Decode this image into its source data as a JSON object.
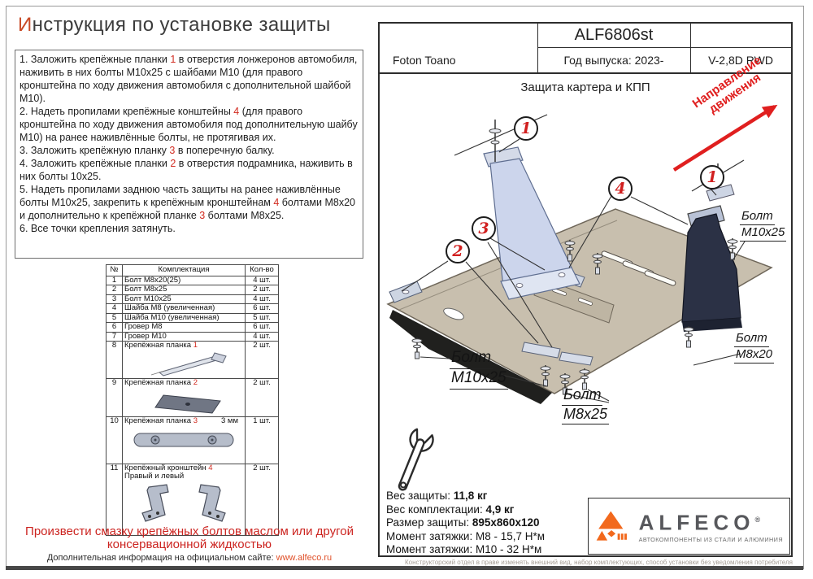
{
  "title": {
    "lead": "И",
    "rest": "нструкция по установке защиты"
  },
  "instructions": [
    [
      {
        "t": "1. Заложить крепёжные планки "
      },
      {
        "t": "1",
        "r": 1
      },
      {
        "t": " в отверстия лонжеронов автомобиля, наживить в них болты М10х25 с шайбами М10 (для правого кронштейна по ходу движения автомобиля с дополнительной шайбой М10)."
      }
    ],
    [
      {
        "t": "2. Надеть пропилами крепёжные конштейны "
      },
      {
        "t": "4",
        "r": 1
      },
      {
        "t": " (для правого кронштейна по ходу движения автомобиля под дополнительную шайбу М10) на ранее наживлённые болты, не протягивая их."
      }
    ],
    [
      {
        "t": "3. Заложить крепёжную планку "
      },
      {
        "t": "3",
        "r": 1
      },
      {
        "t": " в поперечную балку."
      }
    ],
    [
      {
        "t": "4. Заложить крепёжные планки "
      },
      {
        "t": "2",
        "r": 1
      },
      {
        "t": " в отверстия подрамника, наживить в них болты 10х25."
      }
    ],
    [
      {
        "t": "5. Надеть пропилами заднюю часть защиты на ранее наживлённые болты М10х25, закрепить к крепёжным кронштейнам "
      },
      {
        "t": "4",
        "r": 1
      },
      {
        "t": " болтами М8х20 и дополнительно к крепёжной планке "
      },
      {
        "t": "3",
        "r": 1
      },
      {
        "t": " болтами М8х25."
      }
    ],
    [
      {
        "t": "6. Все точки крепления затянуть."
      }
    ]
  ],
  "parts_table": {
    "headers": [
      "№",
      "Комплектация",
      "Кол-во"
    ],
    "rows": [
      {
        "num": "1",
        "name": [
          {
            "t": "Болт М8х20(25)"
          }
        ],
        "qty": "4 шт."
      },
      {
        "num": "2",
        "name": [
          {
            "t": "Болт М8х25"
          }
        ],
        "qty": "2 шт."
      },
      {
        "num": "3",
        "name": [
          {
            "t": "Болт М10х25"
          }
        ],
        "qty": "4 шт."
      },
      {
        "num": "4",
        "name": [
          {
            "t": "Шайба М8 (увеличенная)"
          }
        ],
        "qty": "6 шт."
      },
      {
        "num": "5",
        "name": [
          {
            "t": "Шайба М10 (увеличенная)"
          }
        ],
        "qty": "5 шт."
      },
      {
        "num": "6",
        "name": [
          {
            "t": "Гровер М8"
          }
        ],
        "qty": "6 шт."
      },
      {
        "num": "7",
        "name": [
          {
            "t": "Гровер М10"
          }
        ],
        "qty": "4 шт."
      },
      {
        "num": "8",
        "name": [
          {
            "t": "Крепёжная планка "
          },
          {
            "t": "1",
            "r": 1
          }
        ],
        "qty": "2 шт.",
        "img": "plank1",
        "h": 46
      },
      {
        "num": "9",
        "name": [
          {
            "t": "Крепёжная планка "
          },
          {
            "t": "2",
            "r": 1
          }
        ],
        "qty": "2 шт.",
        "img": "plank2",
        "h": 46
      },
      {
        "num": "10",
        "name": [
          {
            "t": "Крепёжная планка "
          },
          {
            "t": "3",
            "r": 1
          }
        ],
        "note": "3 мм",
        "qty": "1 шт.",
        "img": "plank3",
        "h": 58
      },
      {
        "num": "11",
        "name": [
          {
            "t": "Крепёжный кронштейн "
          },
          {
            "t": "4",
            "r": 1
          }
        ],
        "name2": "Правый и левый",
        "qty": "2 шт.",
        "img": "brackets4",
        "h": 88
      }
    ]
  },
  "warning": {
    "line1": "Произвести смазку крепёжных болтов маслом или другой",
    "line2": "консервационной жидкостью"
  },
  "site_note": {
    "prefix": "Дополнительная информация на официальном сайте: ",
    "link": "www.alfeco.ru"
  },
  "panel": {
    "code": "ALF6806st",
    "model": "Foton Toano",
    "year": "Год выпуска: 2023-",
    "variant": "V-2,8D RWD",
    "subtitle": "Защита картера и КПП",
    "direction": {
      "line1": "Направление",
      "line2": "движения"
    },
    "callouts": {
      "c1a": "1",
      "c1b": "1",
      "c2": "2",
      "c3": "3",
      "c4": "4"
    },
    "labels": {
      "right_m10": {
        "l1": "Болт",
        "l2": "M10x25"
      },
      "right_m820": {
        "l1": "Болт",
        "l2": "M8x20"
      },
      "bottom_m10": {
        "l1": "Болт",
        "l2": "M10x25"
      },
      "bottom_m825": {
        "l1": "Болт",
        "l2": "M8x25"
      }
    },
    "specs": [
      {
        "label": "Вес защиты:",
        "value": "11,8 кг",
        "bold": true
      },
      {
        "label": "Вес комплектации:",
        "value": "4,9 кг",
        "bold": true
      },
      {
        "label": "Размер защиты:",
        "value": "895х860х120",
        "bold": true
      },
      {
        "label": "Момент затяжки:",
        "value": "М8 - 15,7 Н*м",
        "bold": false
      },
      {
        "label": "Момент затяжки:",
        "value": "М10 - 32 Н*м",
        "bold": false
      }
    ],
    "logo": {
      "word": "ALFECO",
      "reg": "®",
      "tagline": "АВТОКОМПОНЕНТЫ ИЗ СТАЛИ И АЛЮМИНИЯ"
    },
    "disclaimer": "Конструкторский отдел в праве изменять внешний вид, набор комплектующих, способ установки без уведомления потребителя"
  },
  "colors": {
    "accent_red": "#d22b20",
    "title_lead": "#c94b27",
    "link_orange": "#e0512a",
    "logo_orange": "#f2691d",
    "logo_gray": "#57585c",
    "plate_beige": "#c8bfae",
    "bracket_blue": "#ccd5ec",
    "bracket_dark": "#2b3145"
  }
}
